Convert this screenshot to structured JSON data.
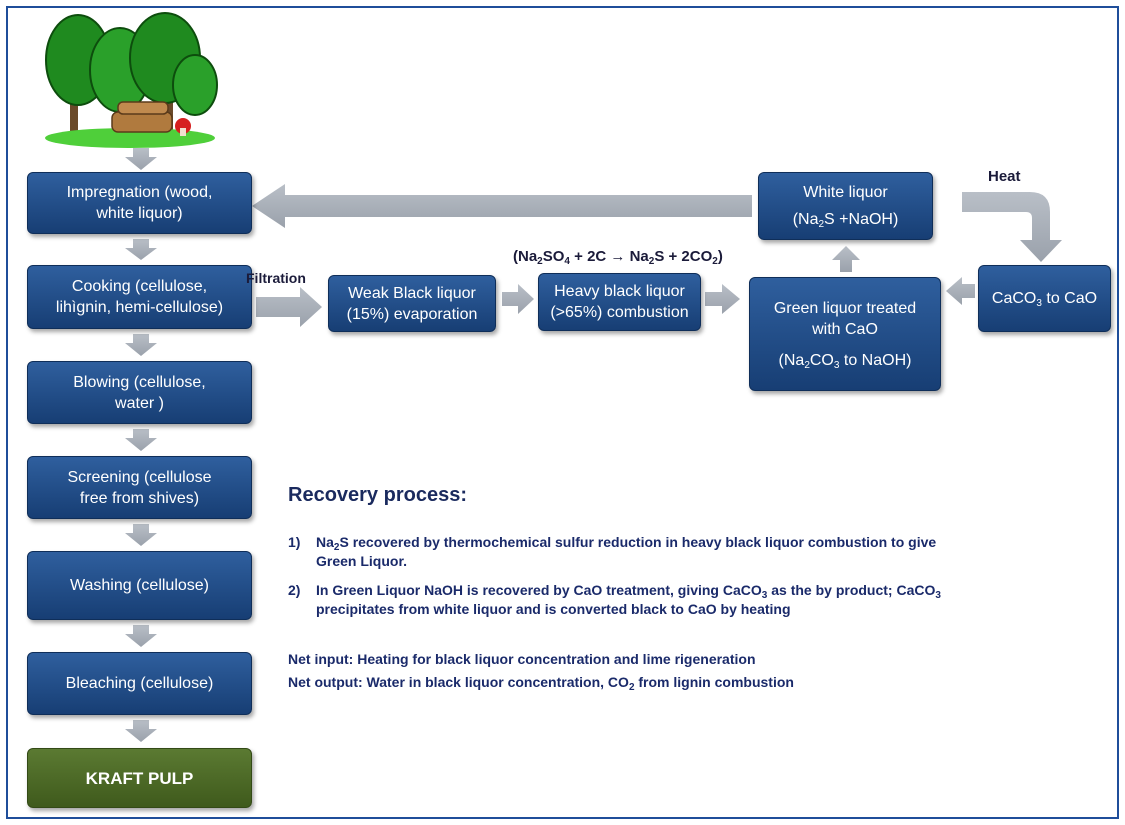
{
  "colors": {
    "box_blue": "#1f4f8c",
    "box_green": "#4b6a24",
    "arrow_gray": "#a9b0ba",
    "text_navy": "#1a2a6a"
  },
  "icons": {
    "trees": "trees-icon"
  },
  "steps": {
    "impregnation": [
      "Impregnation (wood,",
      "white liquor)"
    ],
    "cooking": [
      "Cooking (cellulose,",
      "lihìgnin, hemi-cellulose)"
    ],
    "blowing": [
      "Blowing (cellulose,",
      "water )"
    ],
    "screening": [
      "Screening (cellulose",
      "free from shives)"
    ],
    "washing": [
      "Washing (cellulose)"
    ],
    "bleaching": [
      "Bleaching (cellulose)"
    ],
    "kraft_pulp": "KRAFT PULP"
  },
  "recovery_boxes": {
    "weak_black": [
      "Weak Black liquor",
      "(15%) evaporation"
    ],
    "heavy_black": [
      "Heavy black liquor",
      "(>65%) combustion"
    ],
    "green_liquor": {
      "line1": "Green liquor treated",
      "line2": "with CaO",
      "line3_pre": "(Na",
      "sub": "2",
      "line3_post": "CO",
      "sub2": "3",
      "line3_end": " to NaOH)"
    },
    "white_liquor": {
      "line1": "White liquor",
      "line2_pre": "(Na",
      "sub": "2",
      "line2_post": "S +NaOH)"
    },
    "caco3": {
      "pre": "CaCO",
      "sub": "3",
      "post": " to CaO"
    }
  },
  "labels": {
    "filtration": "Filtration",
    "heat": "Heat",
    "reaction": {
      "p1": "(Na",
      "s1": "2",
      "p2": "SO",
      "s2": "4",
      "p3": " + 2C → Na",
      "s3": "2",
      "p4": "S + 2CO",
      "s4": "2",
      "p5": ")"
    }
  },
  "recovery_text": {
    "title": "Recovery process:",
    "item1": {
      "num": "1)",
      "pre": "Na",
      "sub": "2",
      "post": "S recovered by  thermochemical sulfur reduction in heavy black liquor combustion to give",
      "line2": "Green Liquor."
    },
    "item2": {
      "num": "2)",
      "pre": "In Green Liquor NaOH is recovered by CaO treatment, giving CaCO",
      "sub": "3",
      "mid": " as the by product; CaCO",
      "sub2": "3",
      "line2": "precipitates from white liquor and is converted black to CaO by heating"
    },
    "net_input": "Net input: Heating for black liquor concentration and lime rigeneration",
    "net_output": {
      "pre": "Net output: Water in black liquor concentration, CO",
      "sub": "2",
      "post": " from lignin combustion"
    }
  }
}
